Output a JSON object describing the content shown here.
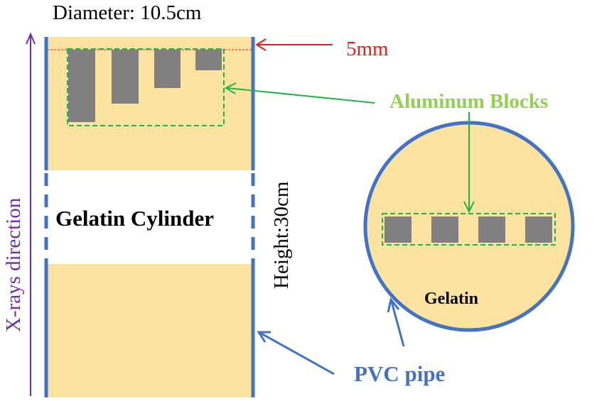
{
  "labels": {
    "diameter": "Diameter: 10.5cm",
    "thickness": "5mm",
    "aluminum_blocks": "Aluminum Blocks",
    "gelatin_cylinder": "Gelatin Cylinder",
    "height": "Height:30cm",
    "xray_direction": "X-rays direction",
    "gelatin": "Gelatin",
    "pvc_pipe": "PVC pipe"
  },
  "colors": {
    "gelatin_fill": "#fce4a0",
    "pvc_blue": "#4472c4",
    "block_gray": "#808080",
    "dashed_green": "#22b14c",
    "arrow_green": "#21b24c",
    "label_green": "#92d050",
    "label_red": "#e0201c",
    "xray_purple": "#7030a0",
    "label_blue": "#4472c4",
    "text_black": "#000000"
  }
}
